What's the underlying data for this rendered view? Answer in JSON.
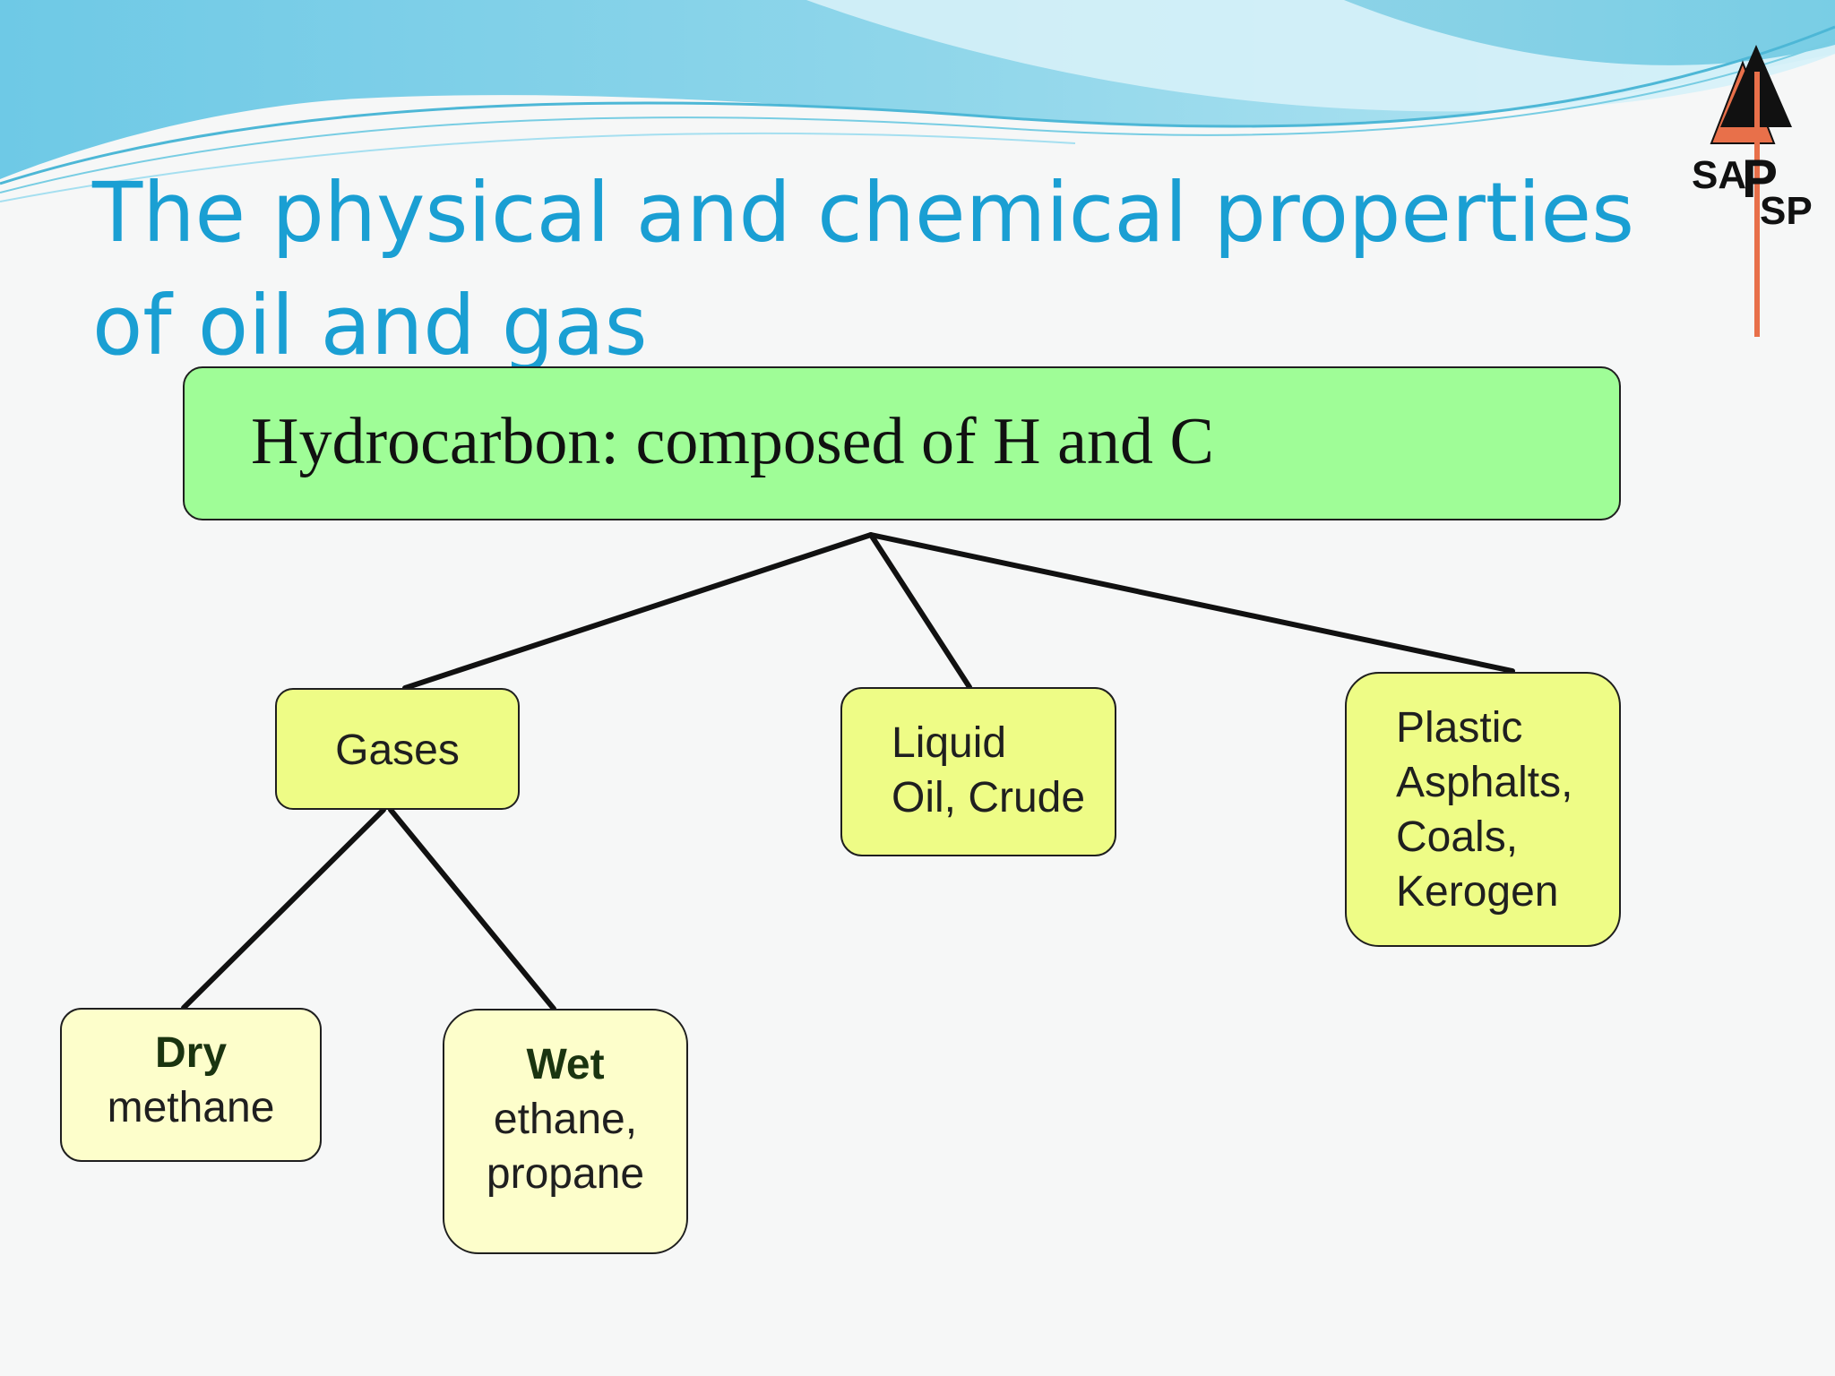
{
  "title": "The physical and chemical properties of oil and gas",
  "logo": {
    "text_top": "SA",
    "letter": "P",
    "text_bottom": "SP",
    "colors": {
      "orange": "#e8704a",
      "black": "#111111"
    }
  },
  "diagram": {
    "root": {
      "label": "Hydrocarbon: composed of H and C"
    },
    "gases": {
      "label": "Gases"
    },
    "liquid": {
      "lines": [
        "Liquid",
        "Oil, Crude"
      ]
    },
    "plastic": {
      "lines": [
        "Plastic",
        "Asphalts,",
        "Coals,",
        "Kerogen"
      ]
    },
    "dry": {
      "head": "Dry",
      "lines": [
        "methane"
      ]
    },
    "wet": {
      "head": "Wet",
      "lines": [
        "ethane,",
        "propane"
      ]
    }
  },
  "colors": {
    "title": "#1a9fd3",
    "root_fill": "#9ffd97",
    "mid_fill": "#eefc86",
    "leaf_fill": "#fdfecb",
    "background": "#f6f7f7",
    "wave_blue": "#5ec3dc"
  }
}
